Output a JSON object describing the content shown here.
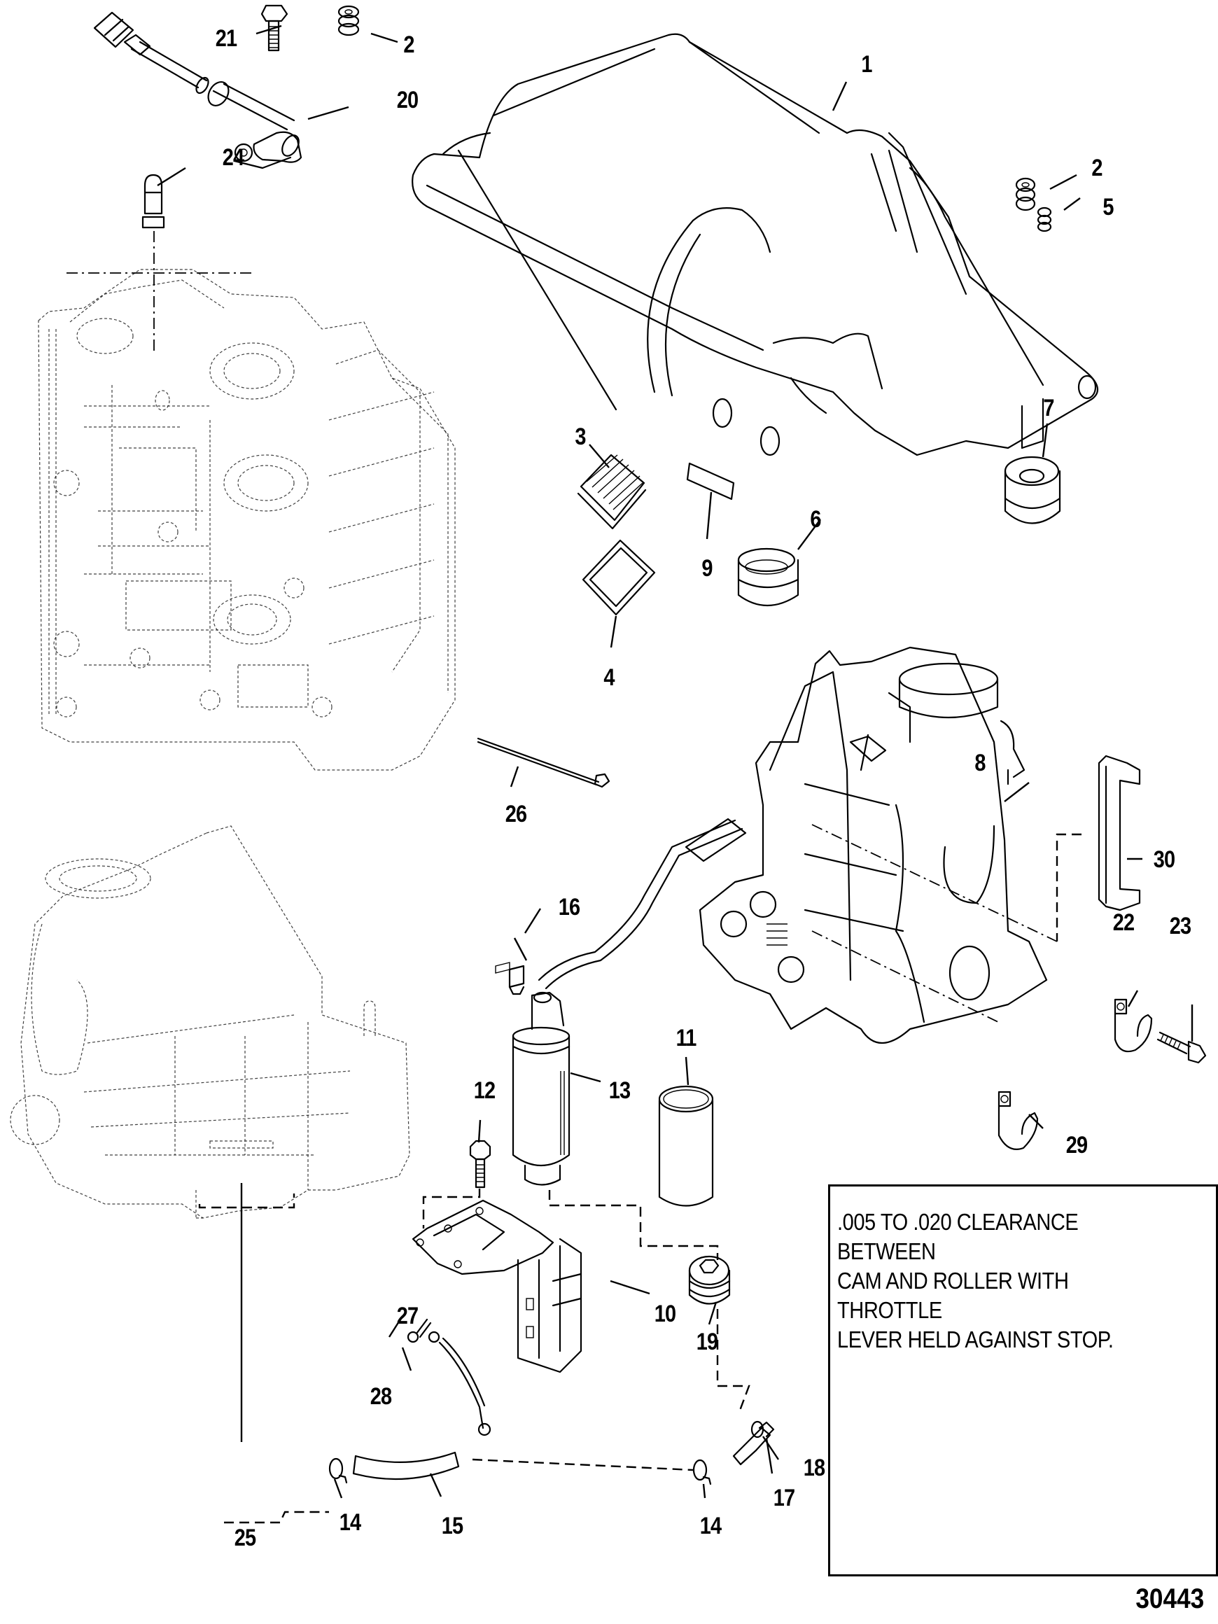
{
  "figure": {
    "type": "exploded parts diagram",
    "figure_number": "30443"
  },
  "note": {
    "text": ".005 TO .020 CLEARANCE BETWEEN\n CAM AND ROLLER WITH THROTTLE\nLEVER HELD AGAINST STOP."
  },
  "callouts": {
    "c1": "1",
    "c2a": "2",
    "c2b": "2",
    "c3": "3",
    "c4": "4",
    "c5": "5",
    "c6": "6",
    "c7": "7",
    "c8": "8",
    "c9": "9",
    "c10": "10",
    "c11": "11",
    "c12": "12",
    "c13": "13",
    "c14a": "14",
    "c14b": "14",
    "c15": "15",
    "c16": "16",
    "c17": "17",
    "c18": "18",
    "c19": "19",
    "c20": "20",
    "c21": "21",
    "c22": "22",
    "c23": "23",
    "c24": "24",
    "c25": "25",
    "c26": "26",
    "c27": "27",
    "c28": "28",
    "c29": "29",
    "c30": "30"
  },
  "parts": [
    {
      "ref": "1",
      "depicts": "air silencer / flame arrestor cover"
    },
    {
      "ref": "2",
      "depicts": "grommet"
    },
    {
      "ref": "3",
      "depicts": "filter element"
    },
    {
      "ref": "4",
      "depicts": "seal"
    },
    {
      "ref": "5",
      "depicts": "grommet"
    },
    {
      "ref": "6",
      "depicts": "sleeve seal"
    },
    {
      "ref": "7",
      "depicts": "seal"
    },
    {
      "ref": "8",
      "depicts": "throttle body / fuel supply module assembly"
    },
    {
      "ref": "9",
      "depicts": "decal"
    },
    {
      "ref": "10",
      "depicts": "bracket"
    },
    {
      "ref": "11",
      "depicts": "sleeve"
    },
    {
      "ref": "12",
      "depicts": "screw"
    },
    {
      "ref": "13",
      "depicts": "fuel pump"
    },
    {
      "ref": "14",
      "depicts": "hose clamp"
    },
    {
      "ref": "15",
      "depicts": "hose"
    },
    {
      "ref": "16",
      "depicts": "sensor"
    },
    {
      "ref": "17",
      "depicts": "fitting"
    },
    {
      "ref": "18",
      "depicts": "o-ring"
    },
    {
      "ref": "19",
      "depicts": "plug"
    },
    {
      "ref": "20",
      "depicts": "sensor with harness"
    },
    {
      "ref": "21",
      "depicts": "screw"
    },
    {
      "ref": "22",
      "depicts": "clamp"
    },
    {
      "ref": "23",
      "depicts": "screw"
    },
    {
      "ref": "24",
      "depicts": "fitting"
    },
    {
      "ref": "25",
      "depicts": "decal"
    },
    {
      "ref": "26",
      "depicts": "cable tie"
    },
    {
      "ref": "27",
      "depicts": "ground wire"
    },
    {
      "ref": "28",
      "depicts": "screw"
    },
    {
      "ref": "29",
      "depicts": "clamp"
    },
    {
      "ref": "30",
      "depicts": "clip"
    }
  ]
}
